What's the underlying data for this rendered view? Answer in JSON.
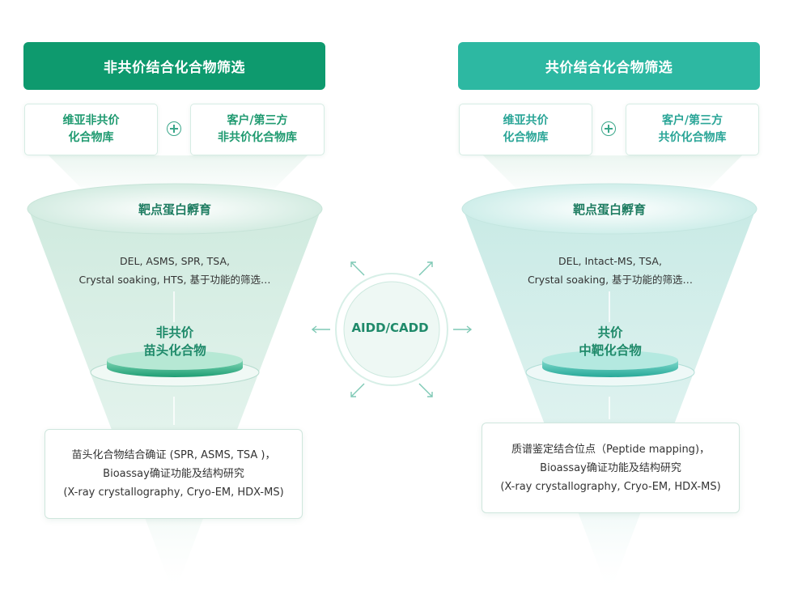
{
  "left": {
    "title": "非共价结合化合物筛选",
    "title_color": "#0e9a6e",
    "lib_a": "维亚非共价\n化合物库",
    "lib_b": "客户/第三方\n非共价化合物库",
    "rim": "靶点蛋白孵育",
    "methods": "DEL, ASMS, SPR, TSA,\nCrystal soaking, HTS, 基于功能的筛选…",
    "hit": "非共价\n苗头化合物",
    "detail": "苗头化合物结合确证 (SPR, ASMS, TSA )，\nBioassay确证功能及结构研究\n(X-ray crystallography, Cryo-EM, HDX-MS)"
  },
  "right": {
    "title": "共价结合化合物筛选",
    "title_color": "#2db8a2",
    "lib_a": "维亚共价\n化合物库",
    "lib_b": "客户/第三方\n共价化合物库",
    "rim": "靶点蛋白孵育",
    "methods": "DEL, Intact-MS, TSA,\nCrystal soaking, 基于功能的筛选…",
    "hit": "共价\n中靶化合物",
    "detail": "质谱鉴定结合位点（Peptide mapping)，\nBioassay确证功能及结构研究\n(X-ray crystallography, Cryo-EM, HDX-MS)"
  },
  "center": {
    "label": "AIDD/CADD"
  },
  "colors": {
    "green_text": "#1f9a70",
    "teal_text": "#2aa597",
    "funnel_left": "#d8efe6",
    "funnel_right": "#d3efec"
  },
  "icons": {
    "plus": "plus-circle-icon",
    "arrow": "arrow-icon"
  }
}
